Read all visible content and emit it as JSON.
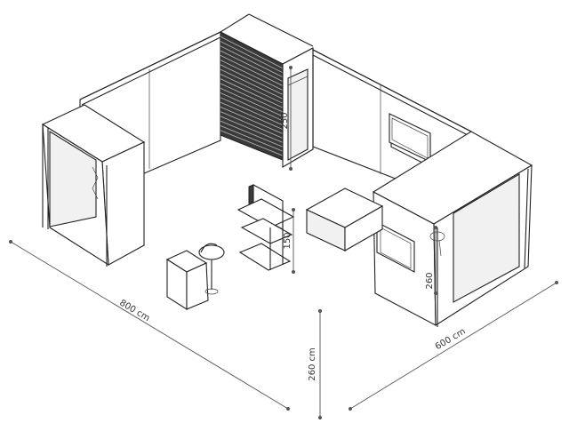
{
  "dimensions": {
    "width_label": "800 cm",
    "depth_label": "600 cm",
    "height_label": "260 cm",
    "tower_height_label": "260",
    "storage_height_label": "250",
    "shelf_height_label": "150"
  }
}
